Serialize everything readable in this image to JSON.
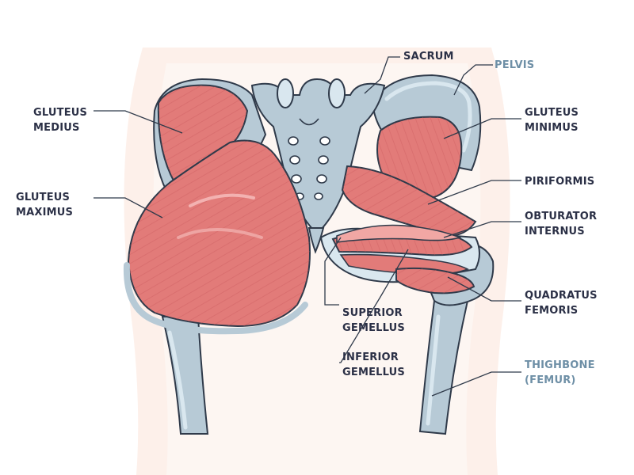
{
  "colors": {
    "skin": "#fdf0ea",
    "muscle": "#e27b79",
    "muscle_dark": "#c9595c",
    "muscle_light": "#f1a7a4",
    "bone": "#b7cad6",
    "bone_light": "#d9e7ef",
    "bone_dark": "#8ea8b9",
    "outline": "#2f3a4a",
    "label_dark": "#2b3046",
    "label_blue": "#6e8fa6"
  },
  "labels": {
    "gluteus_medius": [
      "GLUTEUS",
      "MEDIUS"
    ],
    "gluteus_maximus": [
      "GLUTEUS",
      "MAXIMUS"
    ],
    "sacrum": [
      "SACRUM"
    ],
    "pelvis": [
      "PELVIS"
    ],
    "gluteus_minimus": [
      "GLUTEUS",
      "MINIMUS"
    ],
    "piriformis": [
      "PIRIFORMIS"
    ],
    "obturator_internus": [
      "OBTURATOR",
      "INTERNUS"
    ],
    "quadratus_femoris": [
      "QUADRATUS",
      "FEMORIS"
    ],
    "superior_gemellus": [
      "SUPERIOR",
      "GEMELLUS"
    ],
    "inferior_gemellus": [
      "INFERIOR",
      "GEMELLUS"
    ],
    "thighbone": [
      "THIGHBONE",
      "(FEMUR)"
    ]
  }
}
